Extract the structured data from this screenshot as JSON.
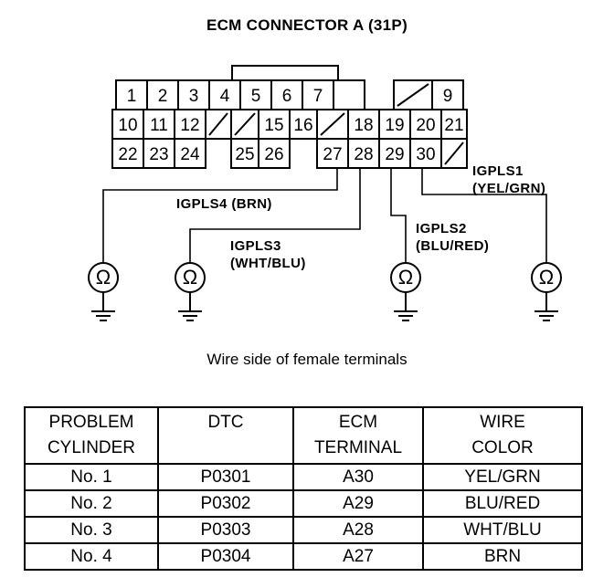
{
  "title": "ECM CONNECTOR A (31P)",
  "caption": "Wire side of female terminals",
  "connector": {
    "row1": [
      "1",
      "2",
      "3",
      "4",
      "5",
      "6",
      "7",
      "",
      "9"
    ],
    "row2": [
      "10",
      "11",
      "12",
      "",
      "15",
      "16",
      "",
      "18",
      "19",
      "20",
      "21"
    ],
    "row3": [
      "22",
      "23",
      "24",
      "25",
      "26",
      "27",
      "28",
      "29",
      "30",
      ""
    ]
  },
  "wires": {
    "igpls4": {
      "name": "IGPLS4",
      "color": "(BRN)"
    },
    "igpls3": {
      "name": "IGPLS3",
      "color": "(WHT/BLU)"
    },
    "igpls2": {
      "name": "IGPLS2",
      "color": "(BLU/RED)"
    },
    "igpls1": {
      "name": "IGPLS1",
      "color": "(YEL/GRN)"
    }
  },
  "symbol_glyph": "Ω",
  "table": {
    "headers": [
      [
        "PROBLEM",
        "CYLINDER"
      ],
      [
        "DTC",
        ""
      ],
      [
        "ECM",
        "TERMINAL"
      ],
      [
        "WIRE",
        "COLOR"
      ]
    ],
    "rows": [
      [
        "No. 1",
        "P0301",
        "A30",
        "YEL/GRN"
      ],
      [
        "No. 2",
        "P0302",
        "A29",
        "BLU/RED"
      ],
      [
        "No. 3",
        "P0303",
        "A28",
        "WHT/BLU"
      ],
      [
        "No. 4",
        "P0304",
        "A27",
        "BRN"
      ]
    ]
  }
}
